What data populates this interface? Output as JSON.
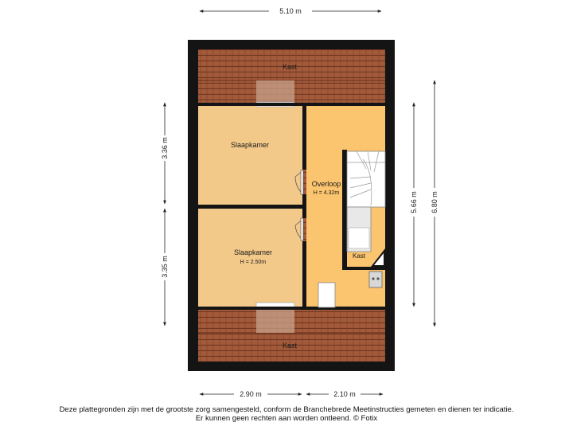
{
  "rooms": {
    "kast_top": "Kast",
    "slaapkamer_1": "Slaapkamer",
    "overloop": "Overloop",
    "overloop_height": "H = 4.32m",
    "slaapkamer_2": "Slaapkamer",
    "slaapkamer_2_height": "H = 2.50m",
    "kast_side": "Kast",
    "kast_bottom": "Kast"
  },
  "dimensions": {
    "total_width": "5.10 m",
    "left_width": "2.90 m",
    "right_width": "2.10 m",
    "upper_height": "3.36 m",
    "lower_height": "3.35 m",
    "inner_height": "5.66 m",
    "total_height": "6.80 m"
  },
  "disclaimer": {
    "line1": "Deze plattegronden zijn met de grootste zorg samengesteld, conform de Branchebrede Meetinstructies gemeten en dienen ter indicatie.",
    "line2": "Er kunnen geen rechten aan worden ontleend. © Fotix"
  },
  "colors": {
    "wall": "#141414",
    "bedroom_floor": "#f3c98a",
    "landing_floor": "#fbc46e",
    "roof_tile": "#a35a3a",
    "roof_line": "#6e3620"
  }
}
